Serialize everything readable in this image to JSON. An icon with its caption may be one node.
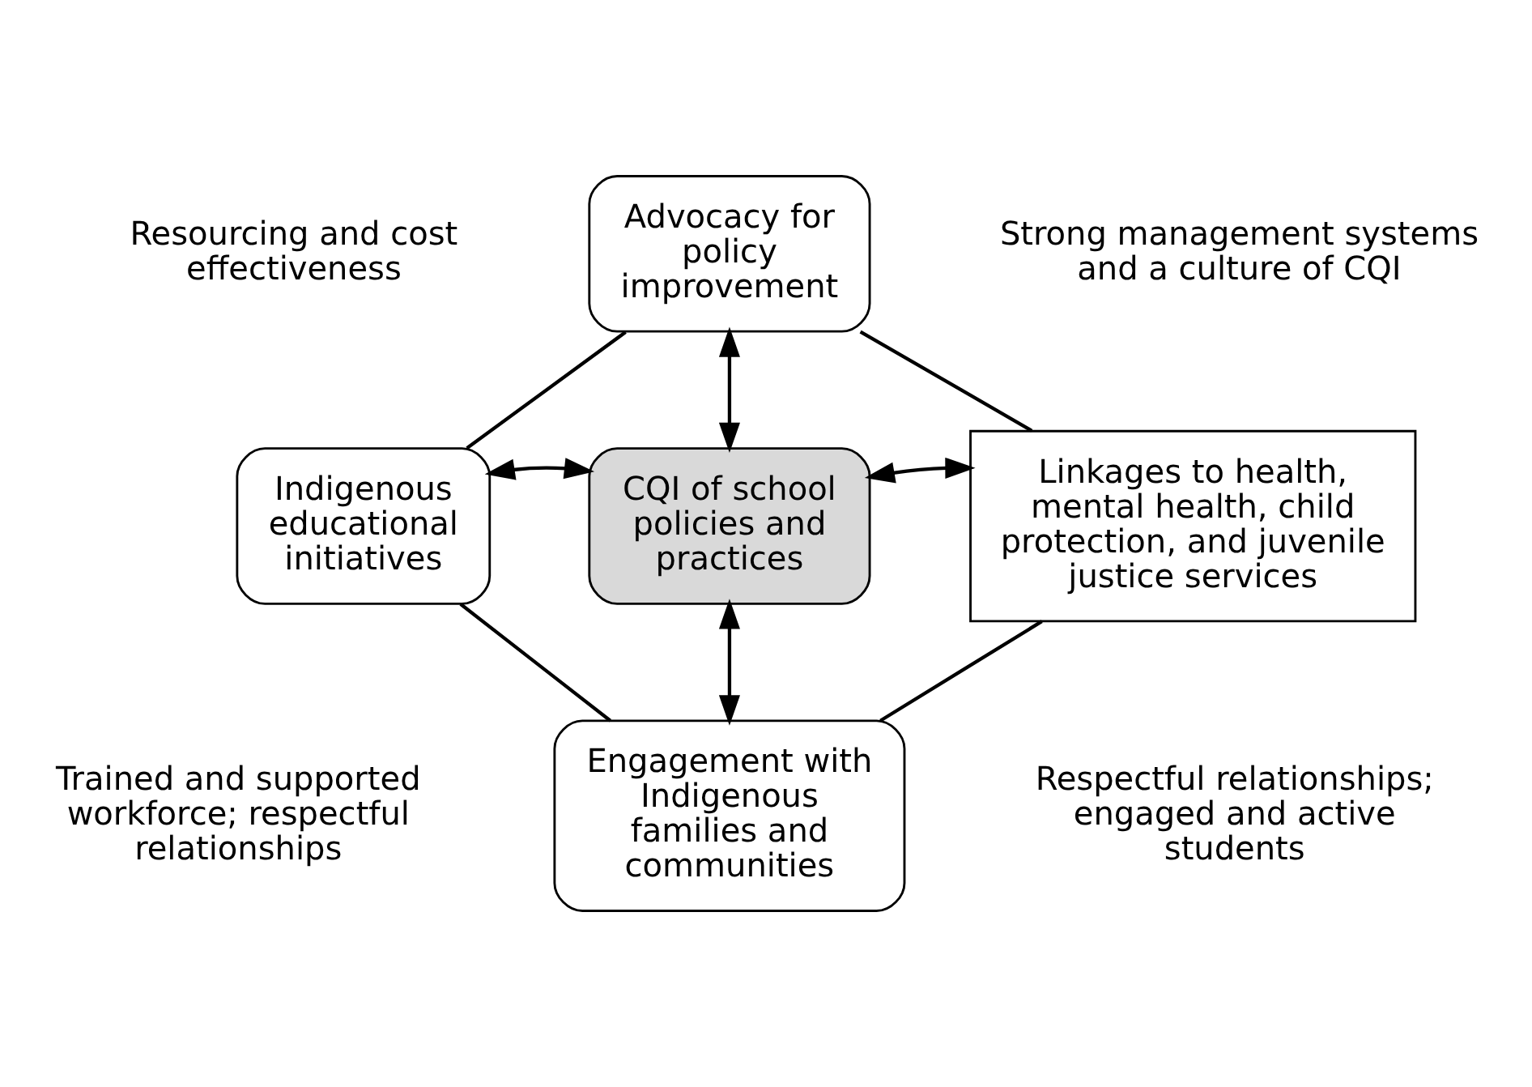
{
  "diagram": {
    "nodes": [
      {
        "text": [
          "Advocacy for policy improvement"
        ]
      },
      {
        "text": [
          "Indigenous educational initiatives"
        ]
      },
      {
        "text": [
          "CQI of school policies and practices"
        ]
      },
      {
        "text": [
          "Linkages to health, mental health, child protection, and juvenile justice services"
        ]
      },
      {
        "text": [
          "Engagement with Indigenous families and communities"
        ]
      }
    ],
    "edges": [
      {
        "from": 0,
        "to": 2,
        "arrow": "both"
      },
      {
        "from": 1,
        "to": 2,
        "arrow": "both"
      },
      {
        "from": 2,
        "to": 3,
        "arrow": "both"
      },
      {
        "from": 2,
        "to": 4,
        "arrow": "both"
      },
      {
        "from": 0,
        "to": 3,
        "arrow": "none"
      },
      {
        "from": 3,
        "to": 4,
        "arrow": "none"
      },
      {
        "from": 4,
        "to": 1,
        "arrow": "none"
      },
      {
        "from": 1,
        "to": 0,
        "arrow": "none"
      }
    ],
    "labels": [
      "Resourcing and cost effectiveness",
      "Strong management systems and a culture of CQI",
      "Trained and supported workforce; respectful relationships",
      "Respectful relationships; engaged and active students"
    ]
  }
}
